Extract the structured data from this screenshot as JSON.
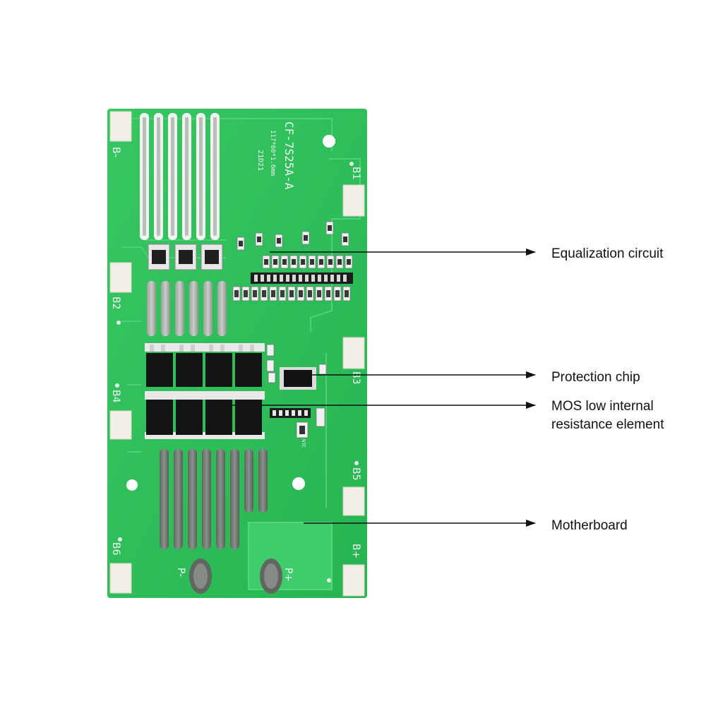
{
  "board": {
    "model": "CF-7S25A-A",
    "size": "117*60*1.6mm",
    "date": "21D21",
    "pads_left": [
      "B-",
      "B2",
      "B4",
      "B6"
    ],
    "pads_right": [
      "B1",
      "B3",
      "B5",
      "B+"
    ],
    "outputs": [
      "P-",
      "P+"
    ],
    "ntc_label": "NTC",
    "colors": {
      "pcb": "#2dbf5a",
      "silkscreen": "#f2f2f2",
      "pad": "#f3efe6",
      "mosfet": "#141414"
    }
  },
  "callouts": {
    "equalization": "Equalization circuit",
    "protection_chip": "Protection chip",
    "mos_line1": "MOS low internal",
    "mos_line2": "resistance element",
    "motherboard": "Motherboard"
  }
}
